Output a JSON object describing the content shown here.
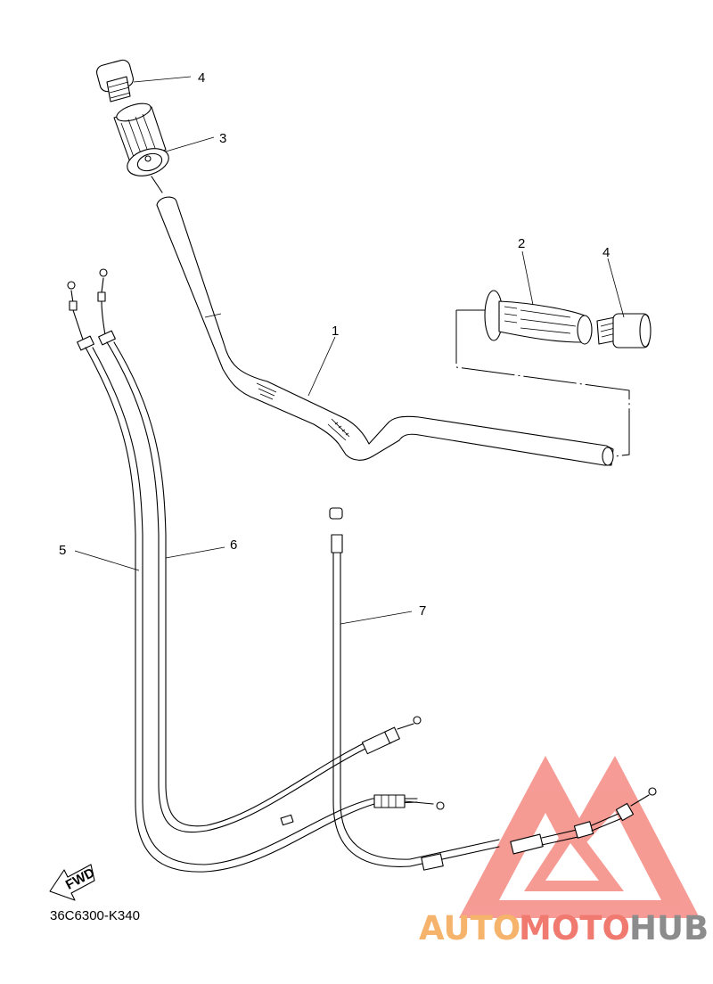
{
  "callouts": [
    {
      "id": "4a",
      "label": "4"
    },
    {
      "id": "3",
      "label": "3"
    },
    {
      "id": "2",
      "label": "2"
    },
    {
      "id": "4b",
      "label": "4"
    },
    {
      "id": "1",
      "label": "1"
    },
    {
      "id": "5",
      "label": "5"
    },
    {
      "id": "6",
      "label": "6"
    },
    {
      "id": "7",
      "label": "7"
    }
  ],
  "fwd_label": "FWD",
  "diagram_code": "36C6300-K340",
  "watermark": {
    "text_part1": "AUTO",
    "text_part2": "MOTO",
    "text_part3": "HUB",
    "color_orange": "#f5b36b",
    "color_red": "#f07a70",
    "color_gray": "#8c8c8c",
    "logo_color": "#f58a82"
  }
}
